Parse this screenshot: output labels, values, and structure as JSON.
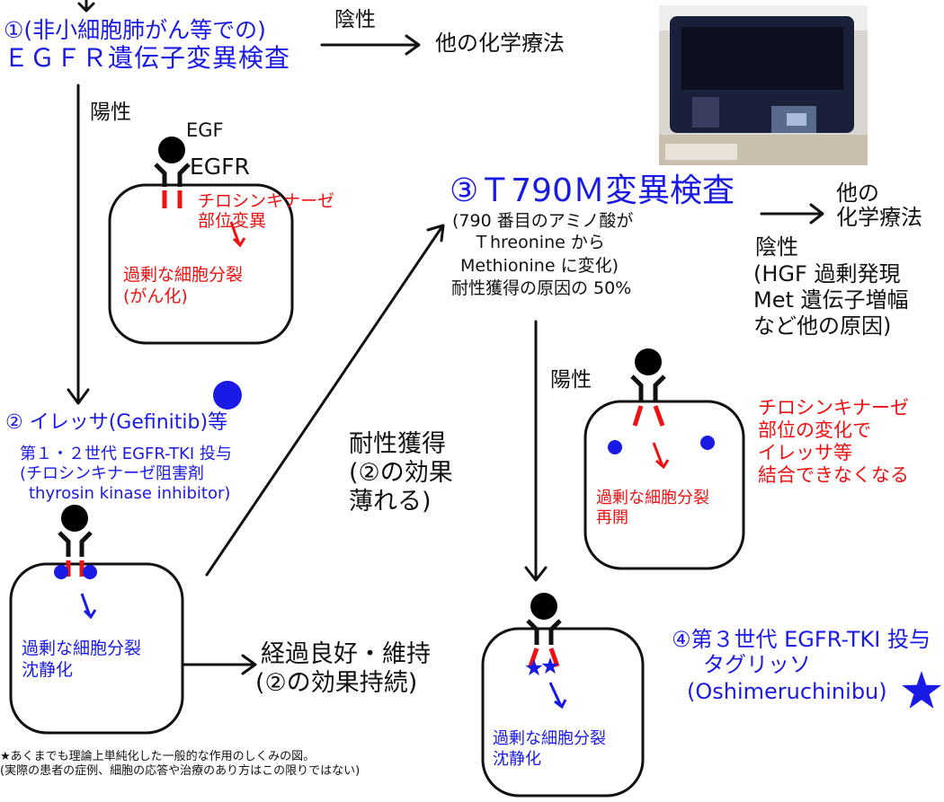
{
  "colors": {
    "blue": "#1a1ae6",
    "red": "#ee1111",
    "black": "#111111"
  },
  "step1": {
    "title_line1": "①(非小細胞肺がん等での)",
    "title_line2": "ＥＧＦＲ遺伝子変異検査",
    "negative": "陰性",
    "other_chemo": "他の化学療法",
    "positive": "陽性"
  },
  "cell1": {
    "egf": "EGF",
    "egfr": "EGFR",
    "mutation_line1": "チロシンキナーゼ",
    "mutation_line2": "部位変異",
    "result_line1": "過剰な細胞分裂",
    "result_line2": "(がん化)"
  },
  "step2": {
    "title": "② イレッサ(Gefinitib)等",
    "line1": "第１・２世代 EGFR-TKI 投与",
    "line2": "(チロシンキナーゼ阻害剤",
    "line3": "thyrosin kinase inhibitor)"
  },
  "cell2": {
    "result_line1": "過剰な細胞分裂",
    "result_line2": "沈静化"
  },
  "good_outcome": {
    "line1": "経過良好・維持",
    "line2": "(②の効果持続)"
  },
  "resistance": {
    "line1": "耐性獲得",
    "line2": "(②の効果",
    "line3": "薄れる)"
  },
  "step3": {
    "title": "③Ｔ790Ｍ変異検査",
    "line1": "(790 番目のアミノ酸が",
    "line2": "Ｔhreonine から",
    "line3": "Methionine に変化)",
    "line4": "耐性獲得の原因の 50%",
    "other_line1": "他の",
    "other_line2": "化学療法",
    "negative": "陰性",
    "neg_line1": "(HGF 過剰発現",
    "neg_line2": "Met 遺伝子増幅",
    "neg_line3": "など他の原因)",
    "positive": "陽性"
  },
  "cell3": {
    "change_line1": "チロシンキナーゼ",
    "change_line2": "部位の変化で",
    "change_line3": "イレッサ等",
    "change_line4": "結合できなくなる",
    "result_line1": "過剰な細胞分裂",
    "result_line2": "再開"
  },
  "step4": {
    "title": "④第３世代 EGFR-TKI 投与",
    "line1": "タグリッソ",
    "line2": "(Oshimeruchinibu)"
  },
  "cell4": {
    "result_line1": "過剰な細胞分裂",
    "result_line2": "沈静化"
  },
  "footnote": {
    "line1": "★あくまでも理論上単純化した一般的な作用のしくみの図。",
    "line2": "(実際の患者の症例、細胞の応答や治療のあり方はこの限りではない)"
  }
}
